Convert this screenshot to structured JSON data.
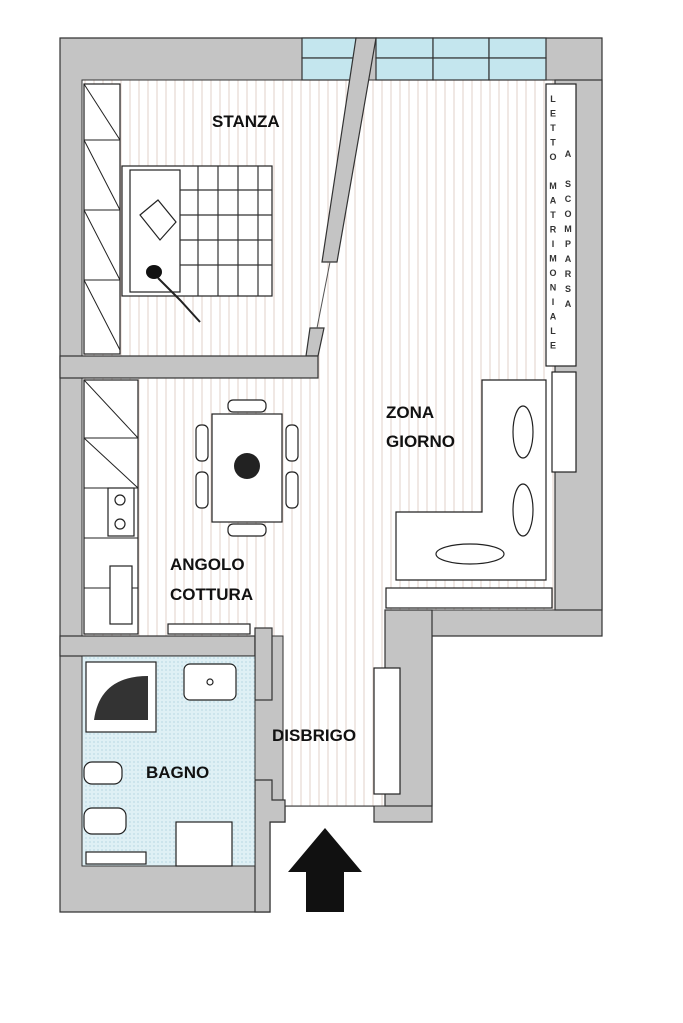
{
  "rooms": {
    "stanza": "STANZA",
    "zona_giorno": [
      "ZONA",
      "GIORNO"
    ],
    "angolo_cottura": [
      "ANGOLO",
      "COTTURA"
    ],
    "bagno": "BAGNO",
    "disbrigo": "DISBRIGO"
  },
  "murphy_bed": {
    "line1": [
      "L",
      "E",
      "T",
      "T",
      "O",
      "",
      "M",
      "A",
      "T",
      "R",
      "I",
      "M",
      "O",
      "N",
      "I",
      "A",
      "L",
      "E"
    ],
    "line2": [
      "A",
      "",
      "S",
      "C",
      "O",
      "M",
      "P",
      "A",
      "R",
      "S",
      "A"
    ]
  },
  "colors": {
    "wall": "#c4c4c4",
    "window": "#c4e6ee",
    "bathroom_floor": "#dff0f5",
    "floor_stripe": "#e6d8d2"
  },
  "icons": {
    "entrance": "entrance-arrow-icon"
  }
}
